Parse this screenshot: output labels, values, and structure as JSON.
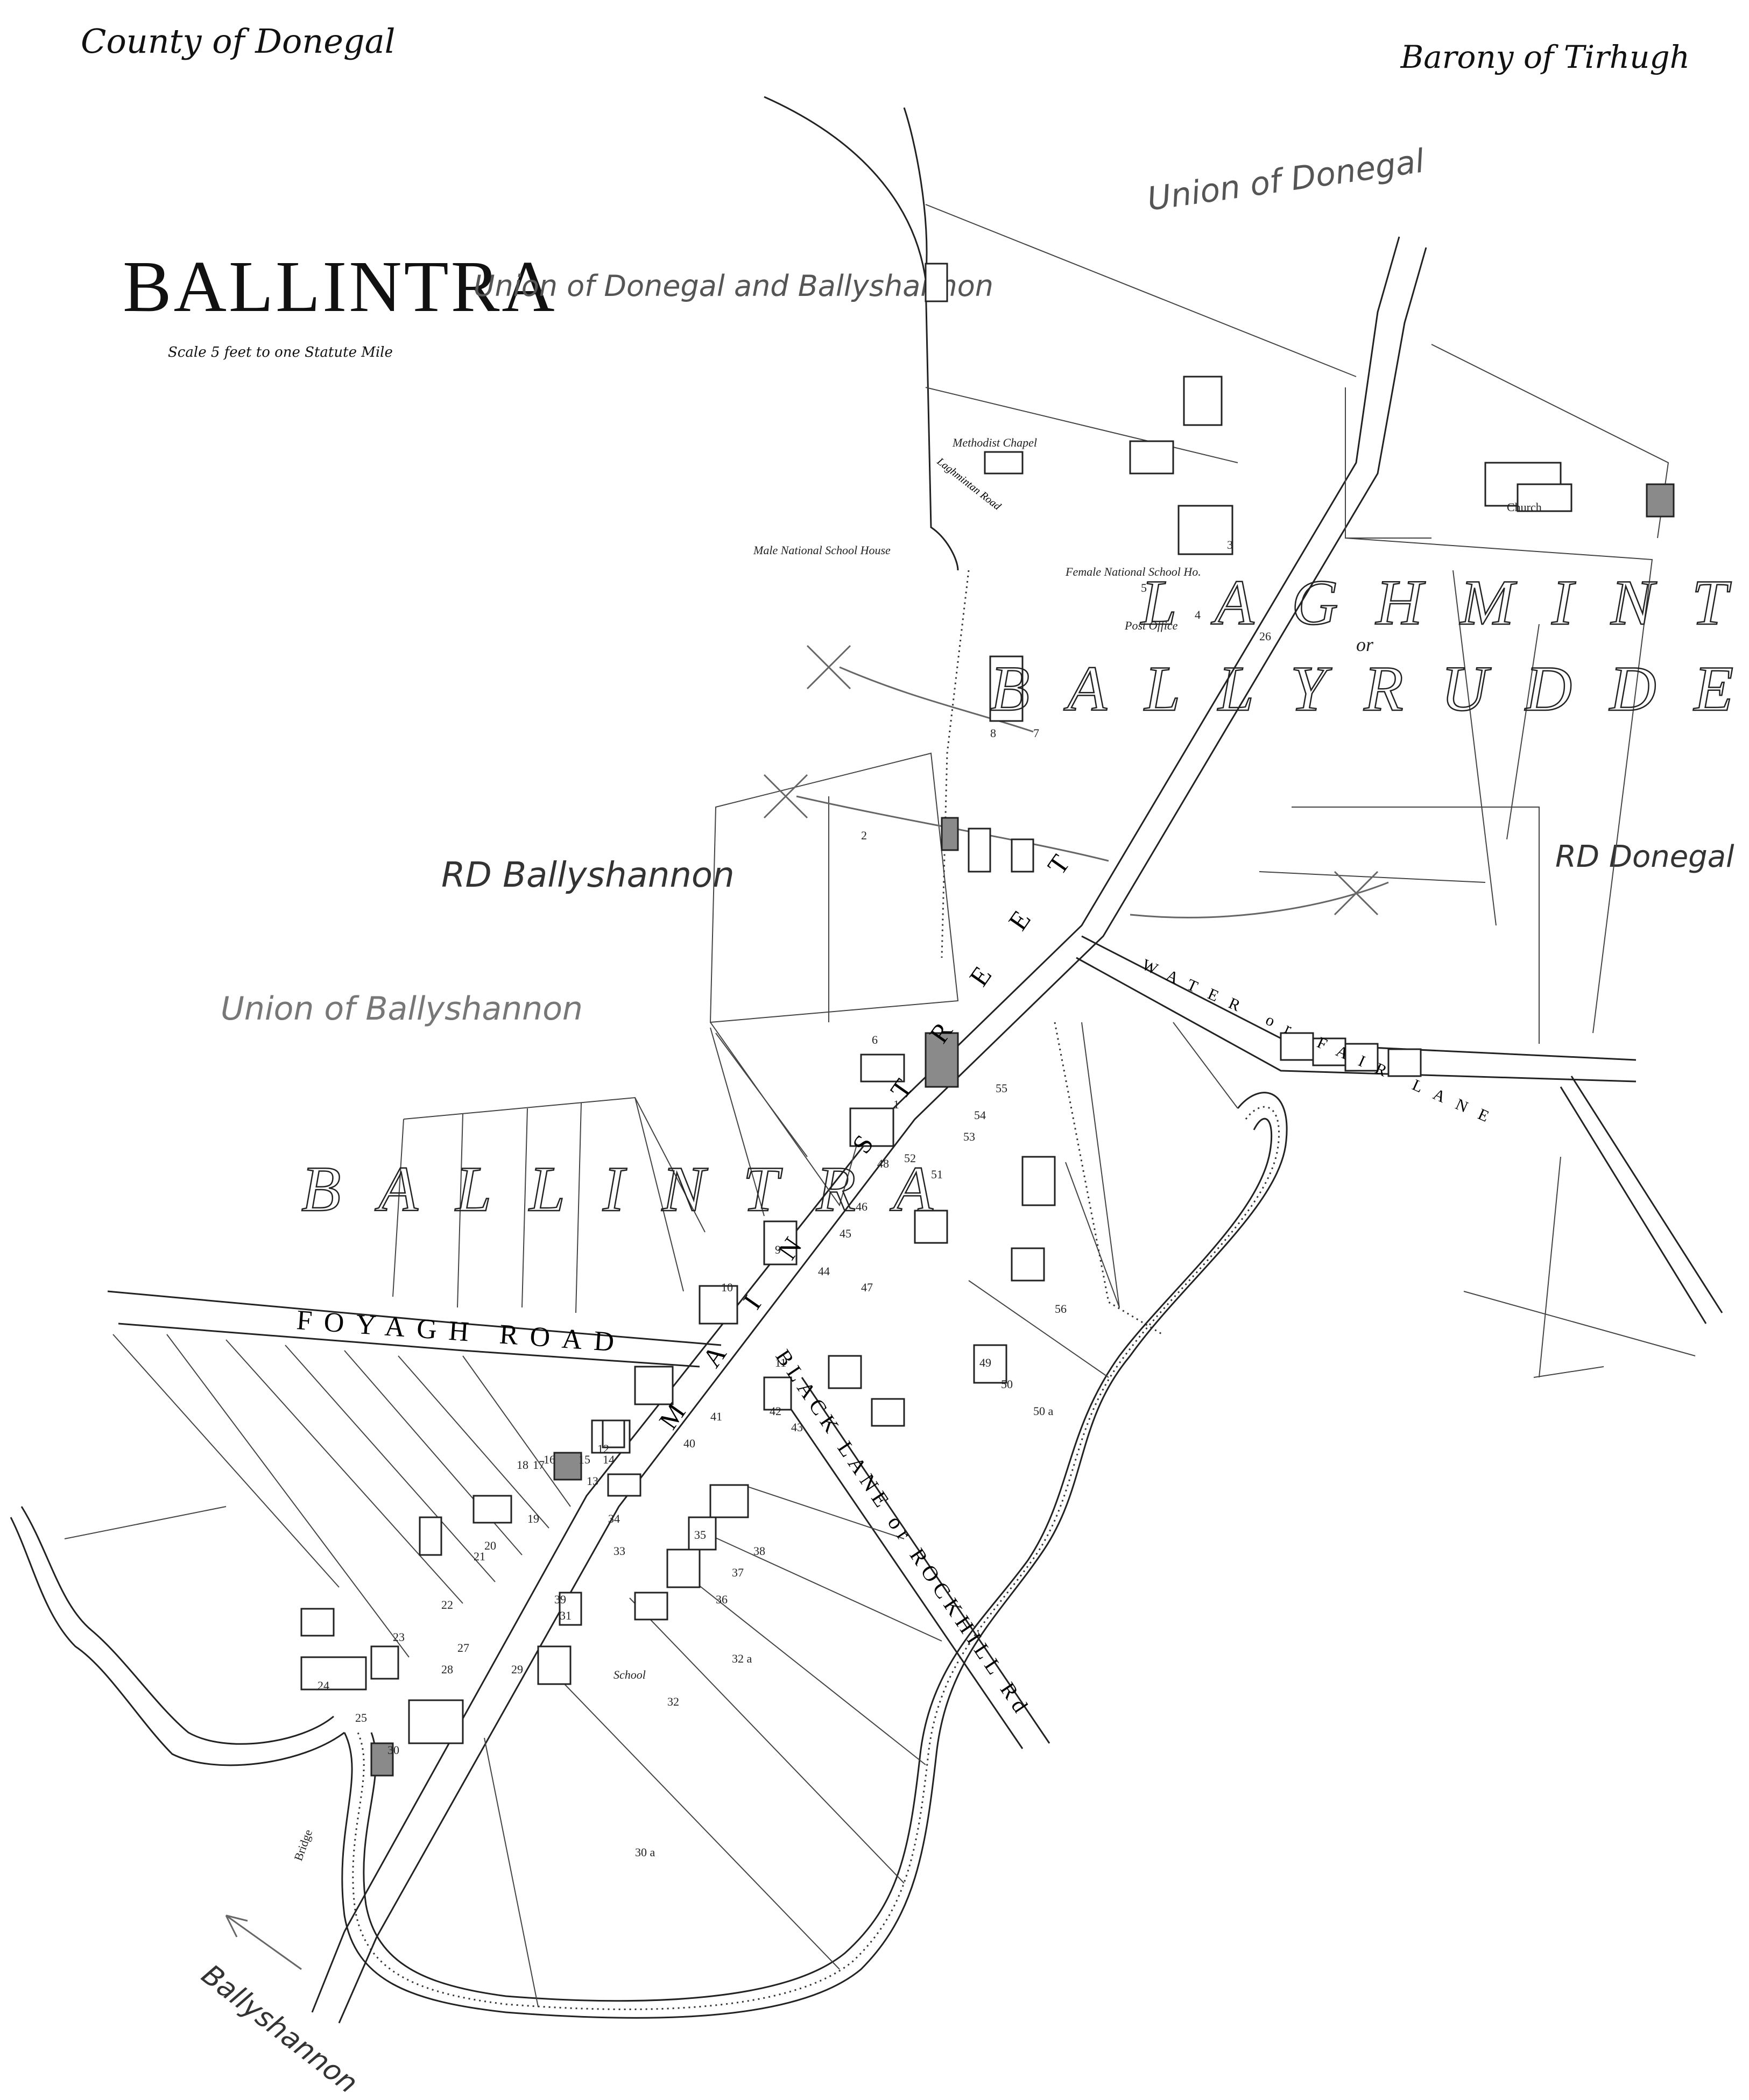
{
  "map": {
    "county": "County of Donegal",
    "barony": "Barony of Tirhugh",
    "title": "BALLINTRA",
    "scale": "Scale 5 feet to one Statute Mile",
    "handwritten": {
      "union_top": "Union of Donegal",
      "union_title": "Union of Donegal and Ballyshannon",
      "rd_left": "RD Ballyshannon",
      "rd_right": "RD Donegal",
      "union_left": "Union of Ballyshannon",
      "arrow_label": "Ballyshannon"
    },
    "townlands": [
      "LAGHMINTAN",
      "BALLYRUDDELLY",
      "BALLINTRA"
    ],
    "townland_or": "or",
    "streets": {
      "foyagh_road": "FOYAGH ROAD",
      "main_street": "MAIN STREET",
      "water_lane": "WATER or FAIR LANE",
      "black_lane": "BLACK LANE or ROCKHILL Rd",
      "laghmintan_road": "Laghmintan Road"
    },
    "places": {
      "church": "Church",
      "methodist_chapel": "Methodist Chapel",
      "male_school_house": "Male National School House",
      "female_school": "Female National School Ho.",
      "post_office": "Post Office",
      "school": "School",
      "bridge": "Bridge"
    },
    "plot_numbers": [
      "1",
      "2",
      "3",
      "4",
      "5",
      "6",
      "7",
      "8",
      "9",
      "10",
      "11",
      "12",
      "13",
      "14",
      "15",
      "16",
      "17",
      "18",
      "19",
      "20",
      "21",
      "22",
      "23",
      "24",
      "25",
      "26",
      "27",
      "28",
      "29",
      "30",
      "31",
      "32",
      "33",
      "34",
      "35",
      "36",
      "37",
      "38",
      "39",
      "40",
      "41",
      "42",
      "43",
      "44",
      "45",
      "46",
      "47",
      "48",
      "49",
      "50",
      "51",
      "52",
      "53",
      "54",
      "55",
      "56",
      "32 a",
      "30 a",
      "50 a"
    ]
  }
}
